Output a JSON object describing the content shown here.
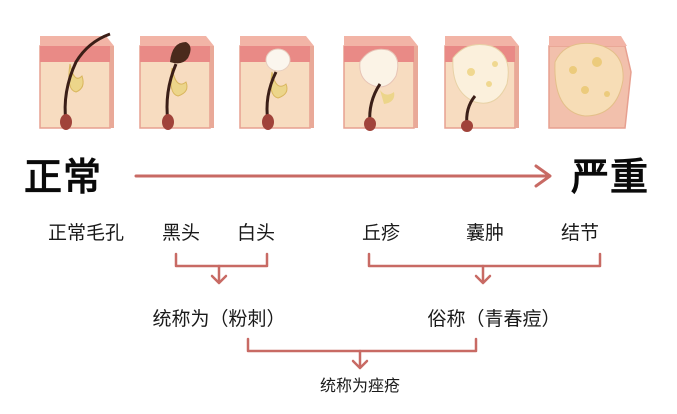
{
  "scale": {
    "start": "正常",
    "end": "严重"
  },
  "stages": [
    {
      "label": "正常毛孔",
      "type": "normal"
    },
    {
      "label": "黑头",
      "type": "blackhead"
    },
    {
      "label": "白头",
      "type": "whitehead"
    },
    {
      "label": "丘疹",
      "type": "papule"
    },
    {
      "label": "囊肿",
      "type": "cyst"
    },
    {
      "label": "结节",
      "type": "nodule"
    }
  ],
  "groups": [
    {
      "label": "统称为（粉刺）"
    },
    {
      "label": "俗称（青春痘）"
    }
  ],
  "final": {
    "label": "统称为痤疮"
  },
  "colors": {
    "arrow": "#c86a64",
    "skin_top": "#e98a86",
    "skin_mid": "#f2bfae",
    "skin_base": "#f7dcc0",
    "sebum": "#ecd58a",
    "hair": "#3b1e17"
  }
}
